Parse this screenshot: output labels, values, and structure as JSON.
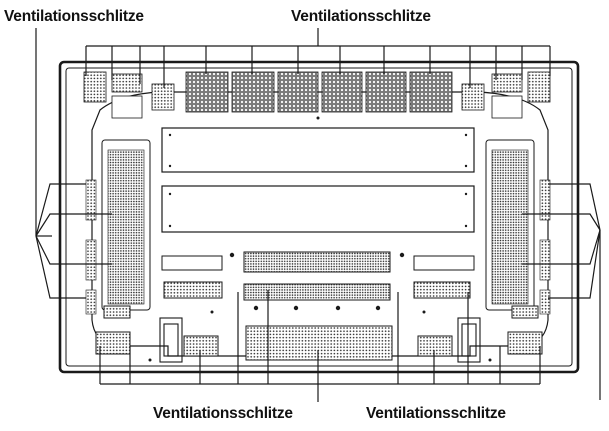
{
  "labels": {
    "top_left": "Ventilationsschlitze",
    "top_center": "Ventilationsschlitze",
    "bottom_left": "Ventilationsschlitze",
    "bottom_right": "Ventilationsschlitze"
  },
  "colors": {
    "line": "#1a1a1a",
    "vent": "#555555",
    "background": "#ffffff"
  }
}
